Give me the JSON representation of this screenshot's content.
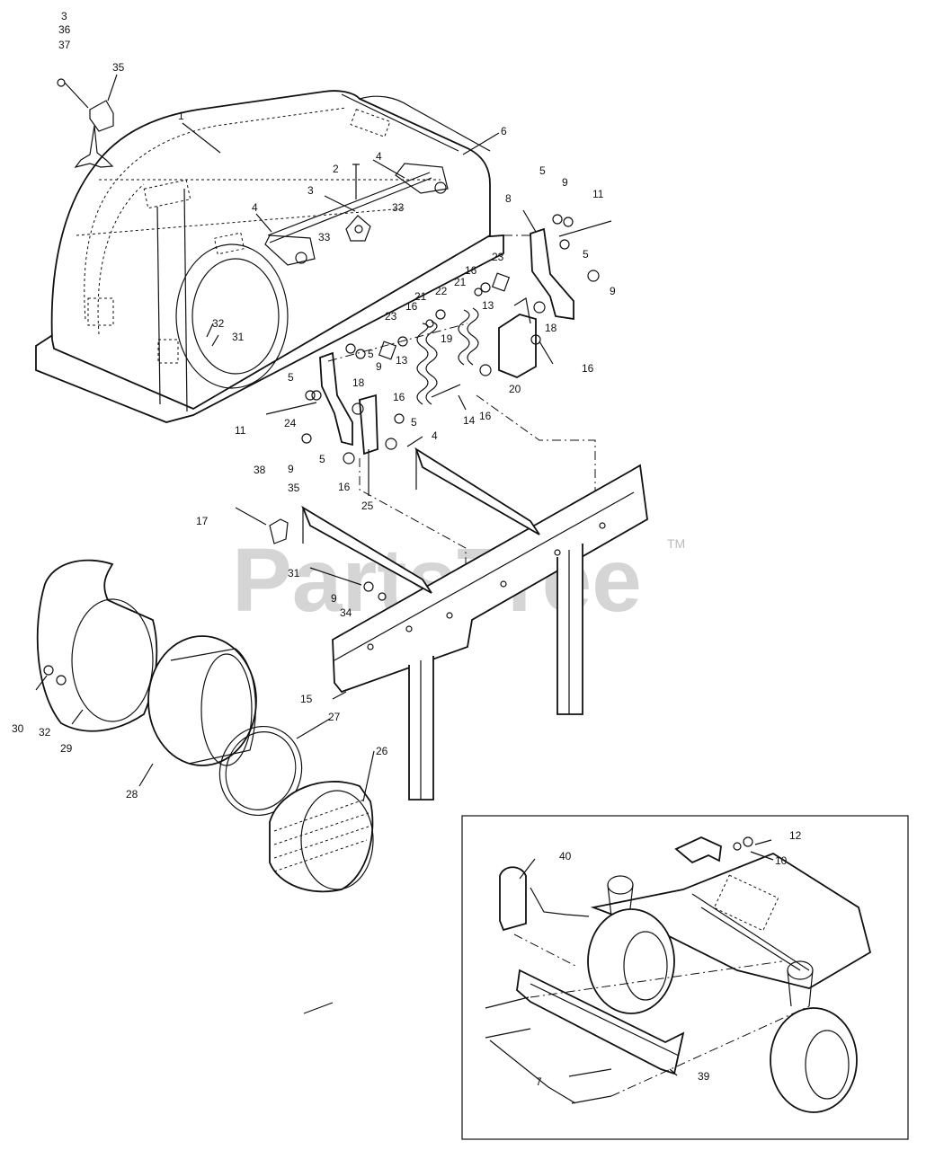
{
  "watermark": {
    "brand": "PartsTree",
    "trademark": "TM"
  },
  "callouts": {
    "c3a": "3",
    "c36": "36",
    "c37": "37",
    "c35a": "35",
    "c1": "1",
    "c6": "6",
    "c2": "2",
    "c4a": "4",
    "c3b": "3",
    "c33a": "33",
    "c4b": "4",
    "c33b": "33",
    "c5a": "5",
    "c9a": "9",
    "c11a": "11",
    "c8": "8",
    "c5b": "5",
    "c9b": "9",
    "c23a": "23",
    "c16a": "16",
    "c21a": "21",
    "c22": "22",
    "c21b": "21",
    "c13a": "13",
    "c18a": "18",
    "c16b": "16",
    "c20": "20",
    "c32a": "32",
    "c31a": "31",
    "c23b": "23",
    "c16c": "16",
    "c19": "19",
    "c5c": "5",
    "c9c": "9",
    "c13b": "13",
    "c16d": "16",
    "c14": "14",
    "c16e": "16",
    "c5d": "5",
    "c18b": "18",
    "c24": "24",
    "c11b": "11",
    "c9d": "9",
    "c5e": "5",
    "c5f": "5",
    "c4c": "4",
    "c16f": "16",
    "c25": "25",
    "c38": "38",
    "c17": "17",
    "c35b": "35",
    "c31b": "31",
    "c9e": "9",
    "c34": "34",
    "c15": "15",
    "c30": "30",
    "c32b": "32",
    "c29": "29",
    "c28": "28",
    "c27": "27",
    "c26": "26",
    "c12": "12",
    "c10": "10",
    "c40": "40",
    "c7": "7",
    "c39": "39"
  }
}
